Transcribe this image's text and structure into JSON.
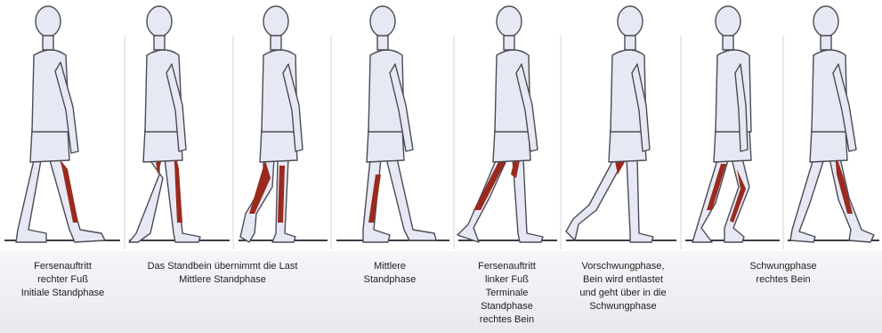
{
  "colors": {
    "background": "#ffffff",
    "skin": "#e6e8f4",
    "body_outline": "#4b4b55",
    "muscle": "#9a2a1e",
    "ground_line": "#3c3c46",
    "caption_panel": "#efeff4"
  },
  "figures": [
    {
      "name": "figure-1",
      "muscle": "left-back-thigh-calf"
    },
    {
      "name": "figure-2",
      "muscle": "back-thigh-calf"
    },
    {
      "name": "figure-3",
      "muscle": "front-thigh-shin"
    },
    {
      "name": "figure-4",
      "muscle": "calf"
    },
    {
      "name": "figure-5",
      "muscle": "shin-thigh-front"
    },
    {
      "name": "figure-6",
      "muscle": "thigh-front"
    },
    {
      "name": "figure-7",
      "muscle": "thigh-both"
    },
    {
      "name": "figure-8",
      "muscle": "thigh-back"
    }
  ],
  "captions": [
    {
      "lines": [
        "Fersenauftritt",
        "rechter Fuß",
        "Initiale Standphase"
      ]
    },
    {
      "lines": [
        "Das Standbein übernimmt die Last",
        "Mittlere Standphase"
      ]
    },
    {
      "lines": [
        "Mittlere",
        "Standphase"
      ]
    },
    {
      "lines": [
        "Fersenauftritt",
        "linker Fuß",
        "Terminale",
        "Standphase",
        "rechtes Bein"
      ]
    },
    {
      "lines": [
        "Vorschwungphase,",
        "Bein wird entlastet",
        "und geht über in die",
        "Schwungphase"
      ]
    },
    {
      "lines": [
        "Schwungphase",
        "rechtes Bein"
      ]
    }
  ]
}
